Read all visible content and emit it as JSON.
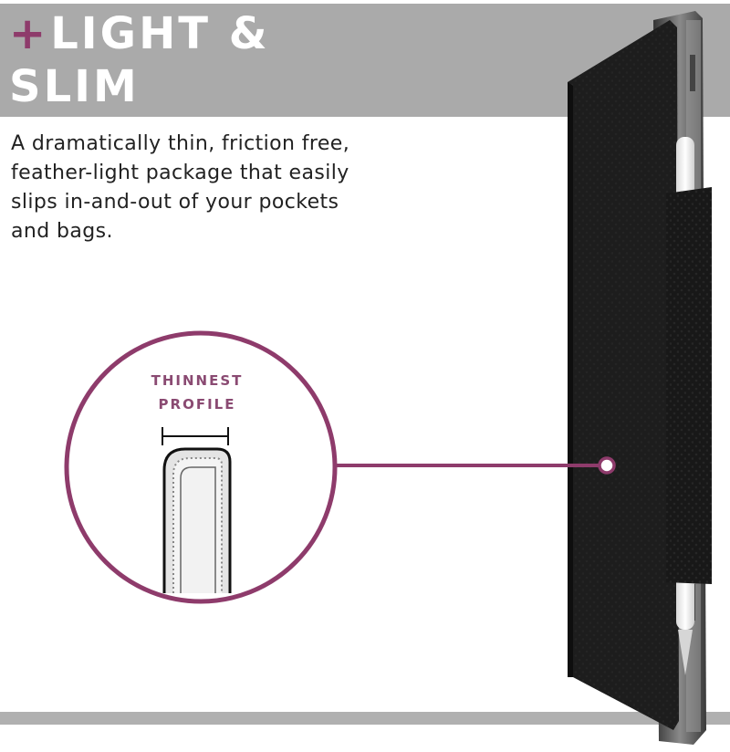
{
  "header": {
    "plus": "+",
    "title_line1": "LIGHT &",
    "title_line2": "SLIM"
  },
  "description": {
    "line1": "A dramatically thin, friction free,",
    "line2": "feather-light package that easily",
    "line3": "slips in-and-out of your pockets",
    "line4": "and bags."
  },
  "callout": {
    "label_line1": "THINNEST",
    "label_line2": "PROFILE"
  },
  "colors": {
    "accent": "#8e3b6b",
    "banner": "#aaaaaa",
    "case": "#1c1c1c"
  }
}
